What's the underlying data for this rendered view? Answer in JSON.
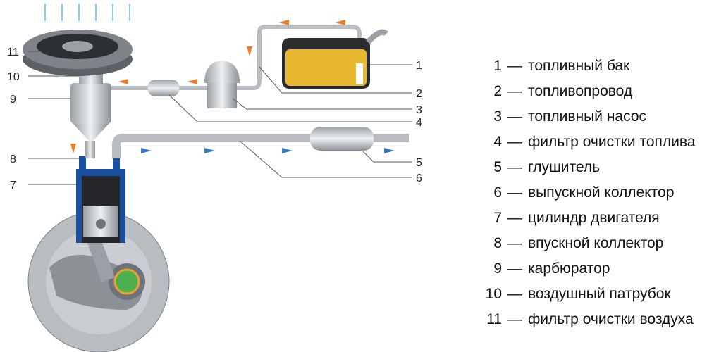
{
  "diagram": {
    "callouts": [
      "1",
      "2",
      "3",
      "4",
      "5",
      "6",
      "7",
      "8",
      "9",
      "10",
      "11"
    ],
    "colors": {
      "fuel": "#e8b830",
      "flow_fuel": "#f07a2a",
      "flow_air": "#8ecbf0",
      "flow_exhaust": "#3a7cc7",
      "cylinder": "#1a4fa0",
      "pipe": "#c9ccd0"
    }
  },
  "legend": [
    {
      "num": "1",
      "label": "топливный бак"
    },
    {
      "num": "2",
      "label": "топливопровод"
    },
    {
      "num": "3",
      "label": "топливный насос"
    },
    {
      "num": "4",
      "label": "фильтр очистки топлива"
    },
    {
      "num": "5",
      "label": "глушитель"
    },
    {
      "num": "6",
      "label": "выпускной коллектор"
    },
    {
      "num": "7",
      "label": "цилиндр двигателя"
    },
    {
      "num": "8",
      "label": "впускной коллектор"
    },
    {
      "num": "9",
      "label": "карбюратор"
    },
    {
      "num": "10",
      "label": "воздушный патрубок"
    },
    {
      "num": "11",
      "label": "фильтр очистки воздуха"
    }
  ],
  "dash": "—"
}
